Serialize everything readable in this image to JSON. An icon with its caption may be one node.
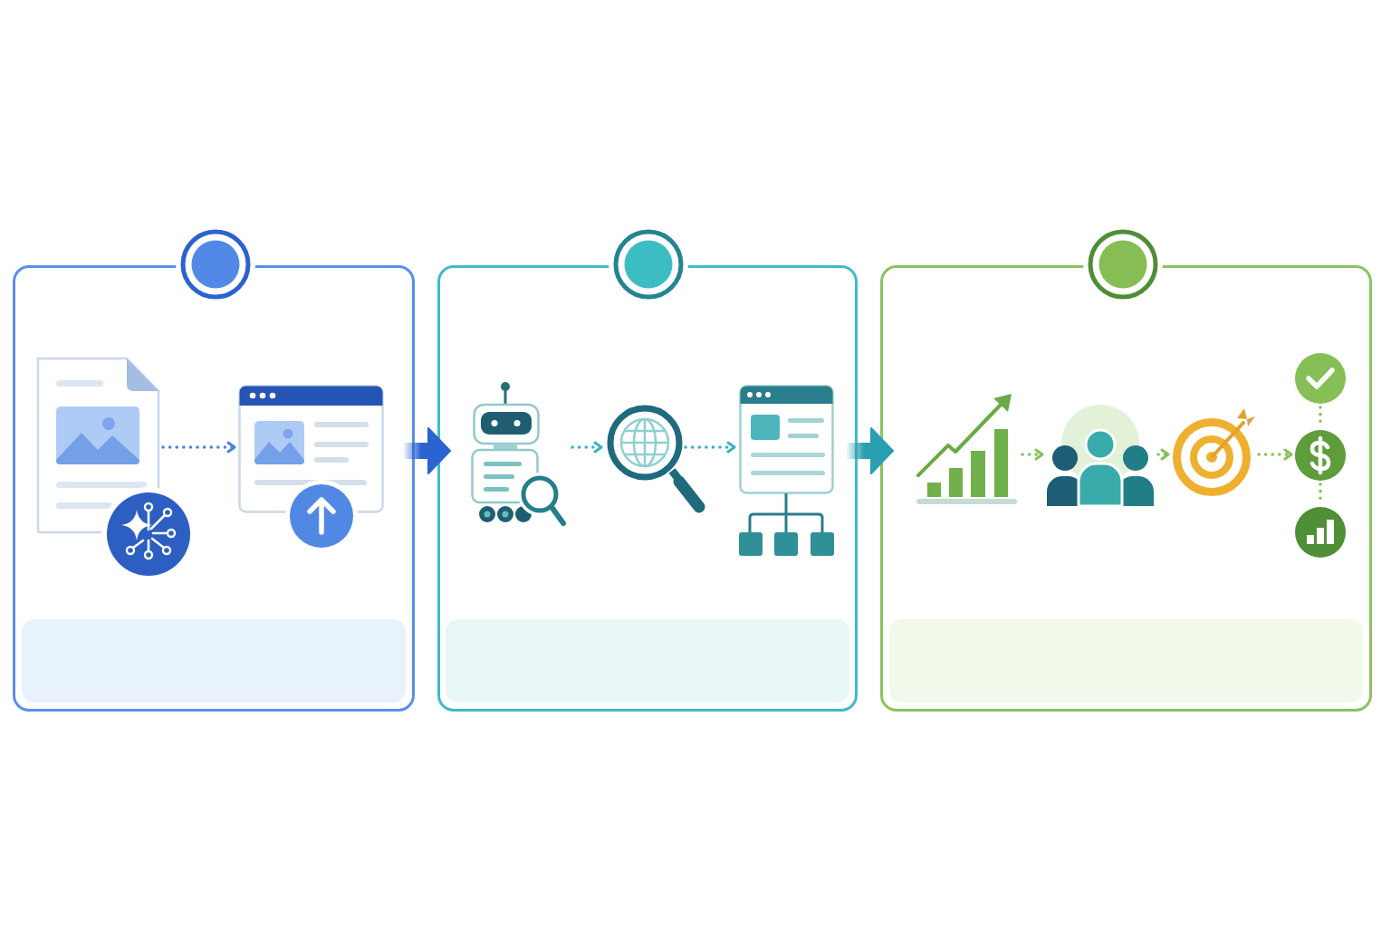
{
  "diagram": {
    "nodes": [
      {
        "text": [],
        "shape": "box"
      },
      {
        "text": [],
        "shape": "circle"
      },
      {
        "text": [],
        "shape": "picture",
        "in": 0
      },
      {
        "text": [],
        "shape": "picture",
        "in": 0
      },
      {
        "text": [],
        "shape": "bar",
        "in": 0
      },
      {
        "text": [],
        "shape": "box"
      },
      {
        "text": [],
        "shape": "circle"
      },
      {
        "text": [],
        "shape": "picture",
        "in": 5
      },
      {
        "text": [],
        "shape": "picture",
        "in": 5
      },
      {
        "text": [],
        "shape": "picture",
        "in": 5
      },
      {
        "text": [],
        "shape": "bar",
        "in": 5
      },
      {
        "text": [],
        "shape": "box"
      },
      {
        "text": [],
        "shape": "circle"
      },
      {
        "text": [],
        "shape": "picture",
        "in": 11
      },
      {
        "text": [],
        "shape": "picture",
        "in": 11
      },
      {
        "text": [],
        "shape": "picture",
        "in": 11
      },
      {
        "text": [],
        "shape": "circle",
        "in": 11
      },
      {
        "text": [],
        "shape": "circle",
        "in": 11
      },
      {
        "text": [],
        "shape": "circle",
        "in": 11
      },
      {
        "text": [],
        "shape": "bar",
        "in": 11
      }
    ],
    "edges": [
      {
        "from": 2,
        "to": 3,
        "arrow": "to",
        "style": "dashed",
        "color": "#4a80e2"
      },
      {
        "from": 0,
        "to": 5,
        "arrow": "to",
        "style": "thick",
        "color": "#2b64d2"
      },
      {
        "from": 7,
        "to": 8,
        "arrow": "to",
        "style": "dashed",
        "color": "#38b4bf"
      },
      {
        "from": 8,
        "to": 9,
        "arrow": "to",
        "style": "dashed",
        "color": "#38b4bf"
      },
      {
        "from": 5,
        "to": 11,
        "arrow": "to",
        "style": "thick",
        "color": "#2a9fb1"
      },
      {
        "from": 13,
        "to": 14,
        "arrow": "to",
        "style": "dashed"
      },
      {
        "from": 14,
        "to": 15,
        "arrow": "to",
        "style": "dashed"
      },
      {
        "from": 15,
        "to": 17,
        "arrow": "to",
        "style": "dashed"
      },
      {
        "from": 16,
        "to": 17,
        "arrow": "none",
        "style": "dashed"
      },
      {
        "from": 17,
        "to": 18,
        "arrow": "none",
        "style": "dashed"
      }
    ]
  }
}
